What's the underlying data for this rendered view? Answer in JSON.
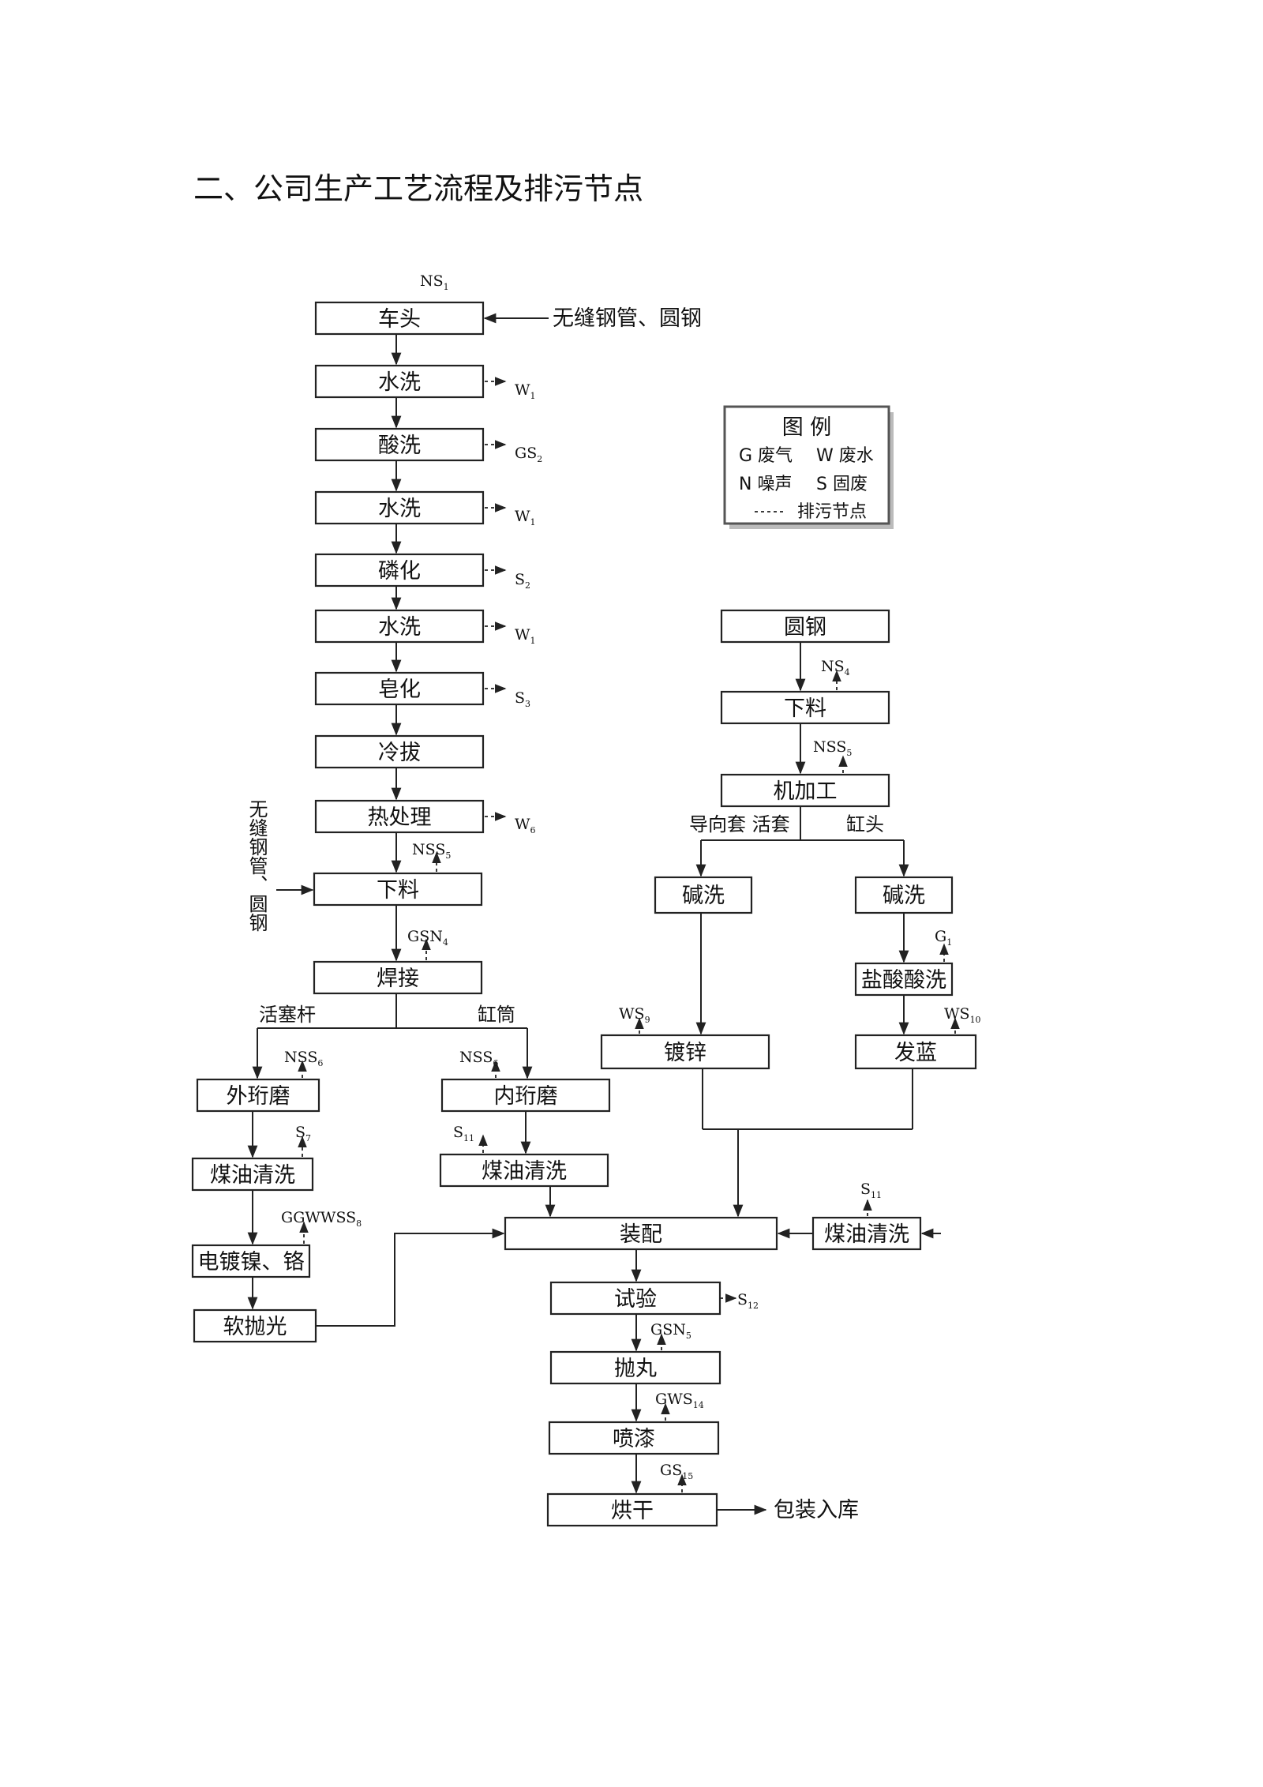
{
  "page": {
    "heading": "二、公司生产工艺流程及排污节点"
  },
  "legend": {
    "title": "图 例",
    "g": "G 废气",
    "w": "W 废水",
    "n": "N 噪声",
    "s": "S 固废",
    "node": "排污节点"
  },
  "steps": {
    "chetou": "车头",
    "shuixi1": "水洗",
    "suanxi": "酸洗",
    "shuixi2": "水洗",
    "linhua": "磷化",
    "shuixi3": "水洗",
    "zaohua": "皂化",
    "lengba": "冷拔",
    "rechuli": "热处理",
    "xialiao1": "下料",
    "hanjie": "焊接",
    "waiheng": "外珩磨",
    "meiyou1": "煤油清洗",
    "diandu": "电镀镍、铬",
    "ruanpao": "软抛光",
    "neiheng": "内珩磨",
    "meiyou2": "煤油清洗",
    "zhuangpei": "装配",
    "meiyou3": "煤油清洗",
    "shiyan": "试验",
    "paowan": "抛丸",
    "penqi": "喷漆",
    "honggan": "烘干",
    "yuangang": "圆钢",
    "xialiao2": "下料",
    "jijiagong": "机加工",
    "jianxi1": "碱洗",
    "jianxi2": "碱洗",
    "yansuan": "盐酸酸洗",
    "duxin": "镀锌",
    "falan": "发蓝"
  },
  "side_labels": {
    "input_top": "无缝钢管、圆钢",
    "input_left": "无缝钢管、圆钢",
    "huosaigan": "活塞杆",
    "gangtong": "缸筒",
    "daoxiangtao": "导向套 活套",
    "gangtou": "缸头",
    "output": "包装入库"
  },
  "emissions": {
    "chetou": [
      [
        "N",
        ""
      ],
      [
        "S",
        "1"
      ]
    ],
    "shuixi1": [
      [
        "W",
        "1"
      ]
    ],
    "suanxi": [
      [
        "G",
        ""
      ],
      [
        "S",
        "2"
      ]
    ],
    "shuixi2": [
      [
        "W",
        "1"
      ]
    ],
    "linhua": [
      [
        "S",
        "2"
      ]
    ],
    "shuixi3": [
      [
        "W",
        "1"
      ]
    ],
    "zaohua": [
      [
        "S",
        "3"
      ]
    ],
    "rechuli": [
      [
        "W",
        "6"
      ]
    ],
    "xialiao1": [
      [
        "N",
        ""
      ],
      [
        "S",
        ""
      ],
      [
        "S",
        "5"
      ]
    ],
    "hanjie": [
      [
        "G",
        ""
      ],
      [
        "S",
        ""
      ],
      [
        "N",
        "4"
      ]
    ],
    "waiheng": [
      [
        "N",
        ""
      ],
      [
        "S",
        ""
      ],
      [
        "S",
        "6"
      ]
    ],
    "neiheng": [
      [
        "N",
        ""
      ],
      [
        "S",
        ""
      ],
      [
        "S",
        "6"
      ]
    ],
    "meiyou1": [
      [
        "S",
        "7"
      ]
    ],
    "meiyou2": [
      [
        "S",
        "11"
      ]
    ],
    "diandu": [
      [
        "G",
        ""
      ],
      [
        "G",
        ""
      ],
      [
        "W",
        ""
      ],
      [
        "W",
        ""
      ],
      [
        "S",
        ""
      ],
      [
        "S",
        "8"
      ]
    ],
    "meiyou3": [
      [
        "S",
        "11"
      ]
    ],
    "shiyan": [
      [
        "S",
        "12"
      ]
    ],
    "paowan": [
      [
        "G",
        ""
      ],
      [
        "S",
        ""
      ],
      [
        "N",
        "5"
      ]
    ],
    "penqi": [
      [
        "G",
        ""
      ],
      [
        "W",
        ""
      ],
      [
        "S",
        "14"
      ]
    ],
    "honggan": [
      [
        "G",
        ""
      ],
      [
        "S",
        "15"
      ]
    ],
    "xialiao2": [
      [
        "N",
        ""
      ],
      [
        "S",
        "4"
      ]
    ],
    "jijiagong": [
      [
        "N",
        ""
      ],
      [
        "S",
        ""
      ],
      [
        "S",
        "5"
      ]
    ],
    "duxin": [
      [
        "W",
        ""
      ],
      [
        "S",
        "9"
      ]
    ],
    "yansuan": [
      [
        "G",
        "1"
      ]
    ],
    "falan": [
      [
        "W",
        ""
      ],
      [
        "S",
        "10"
      ]
    ]
  }
}
